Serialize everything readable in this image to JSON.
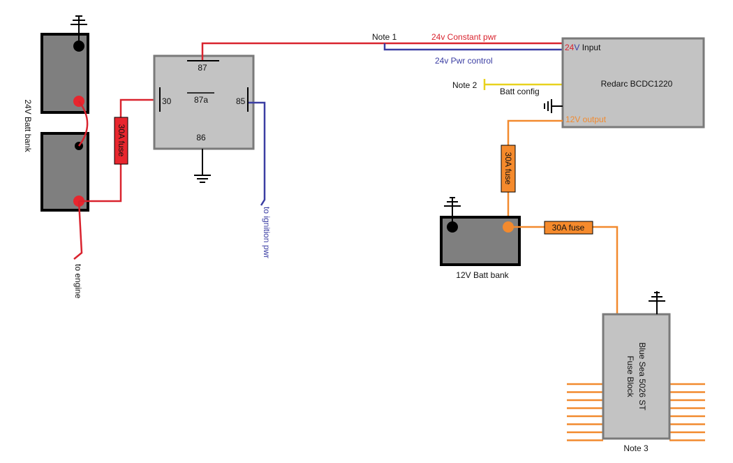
{
  "colors": {
    "red_wire": "#d9232e",
    "blue_wire": "#3b3ea3",
    "orange_wire": "#f28a2e",
    "yellow_wire": "#e8d21e",
    "battery_fill": "#7f7f7f",
    "box_fill": "#c3c3c3",
    "fuse_red": "#e8262e",
    "fuse_orange": "#f58a2c"
  },
  "batteries_24v": {
    "label": "24V Batt bank",
    "to_engine": "to engine"
  },
  "fuse_24v": {
    "label": "30A fuse"
  },
  "relay": {
    "pin87": "87",
    "pin87a": "87a",
    "pin30": "30",
    "pin85": "85",
    "pin86": "86",
    "to_ignition": "to ignition pwr"
  },
  "wires": {
    "note1": "Note 1",
    "constant_pwr": "24v Constant pwr",
    "pwr_control": "24v Pwr control",
    "note2": "Note 2",
    "batt_config": "Batt config"
  },
  "redarc": {
    "name": "Redarc BCDC1220",
    "input_prefix": "24",
    "input_blue": "V",
    "input_suffix": " Input",
    "output": "12V output"
  },
  "fuse_12v_vertical": {
    "label": "30A fuse"
  },
  "fuse_12v_horizontal": {
    "label": "30A fuse"
  },
  "battery_12v": {
    "label": "12V Batt bank"
  },
  "fuse_block": {
    "line1": "Blue Sea 5026 ST",
    "line2": "Fuse Block",
    "note3": "Note 3",
    "terminal_count": 8
  }
}
